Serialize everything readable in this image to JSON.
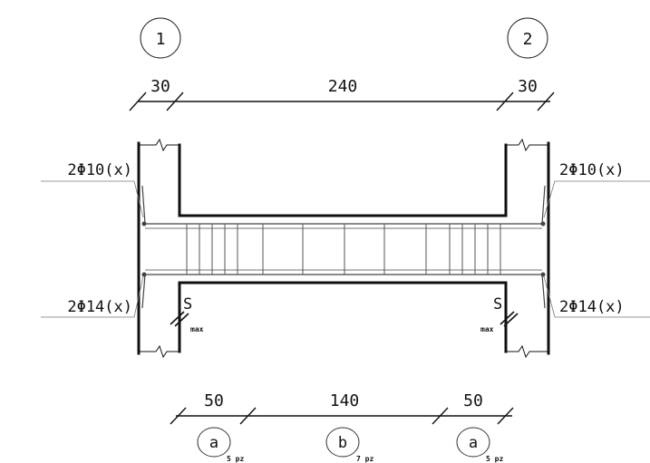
{
  "axes": [
    {
      "label": "1"
    },
    {
      "label": "2"
    }
  ],
  "top_dimensions": [
    {
      "label": "30"
    },
    {
      "label": "240"
    },
    {
      "label": "30"
    }
  ],
  "bottom_dimensions": [
    {
      "label": "50"
    },
    {
      "label": "140"
    },
    {
      "label": "50"
    }
  ],
  "rebar_callouts": {
    "top_left": "2Φ10(x)",
    "top_right": "2Φ10(x)",
    "bottom_left": "2Φ14(x)",
    "bottom_right": "2Φ14(x)"
  },
  "spacing_marks": {
    "left": {
      "symbol": "S",
      "sub": "max"
    },
    "right": {
      "symbol": "S",
      "sub": "max"
    }
  },
  "zones": [
    {
      "label": "a",
      "count": "5 pz"
    },
    {
      "label": "b",
      "count": "7 pz"
    },
    {
      "label": "a",
      "count": "5 pz"
    }
  ],
  "colors": {
    "ink": "#111111",
    "thin": "#444444"
  }
}
